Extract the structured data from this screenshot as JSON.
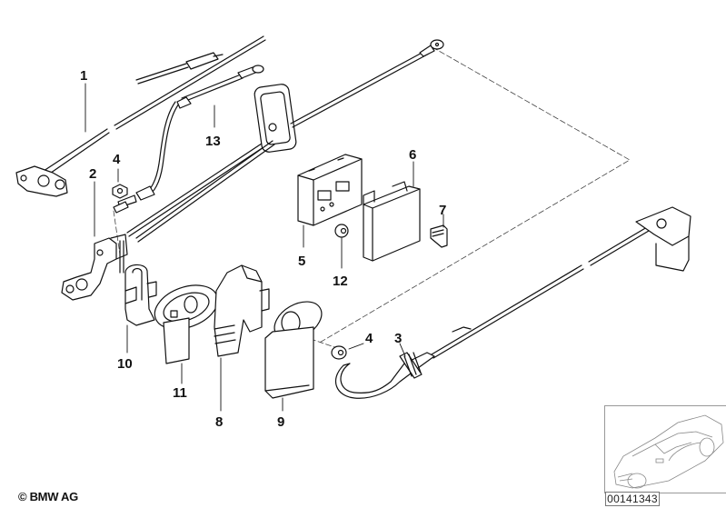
{
  "diagram": {
    "title": "Battery cable parts diagram",
    "copyright": "© BMW AG",
    "reference_number": "00141343",
    "thumbnail": "vehicle-overview-sedan",
    "callouts": [
      {
        "id": "c1",
        "label": "1",
        "part": "battery-cable-positive"
      },
      {
        "id": "c2",
        "label": "2",
        "part": "battery-terminal-clamp"
      },
      {
        "id": "c3",
        "label": "3",
        "part": "cable-with-grommet"
      },
      {
        "id": "c4a",
        "label": "4",
        "part": "hex-nut"
      },
      {
        "id": "c4b",
        "label": "4",
        "part": "hex-nut"
      },
      {
        "id": "c5",
        "label": "5",
        "part": "fuse-box-base"
      },
      {
        "id": "c6",
        "label": "6",
        "part": "fuse-box-cover"
      },
      {
        "id": "c7",
        "label": "7",
        "part": "clip"
      },
      {
        "id": "c8",
        "label": "8",
        "part": "terminal-cover"
      },
      {
        "id": "c9",
        "label": "9",
        "part": "grommet-boot"
      },
      {
        "id": "c10",
        "label": "10",
        "part": "clamp-cover"
      },
      {
        "id": "c11",
        "label": "11",
        "part": "oval-grommet"
      },
      {
        "id": "c12",
        "label": "12",
        "part": "small-nut"
      },
      {
        "id": "c13",
        "label": "13",
        "part": "ground-cable"
      }
    ]
  }
}
